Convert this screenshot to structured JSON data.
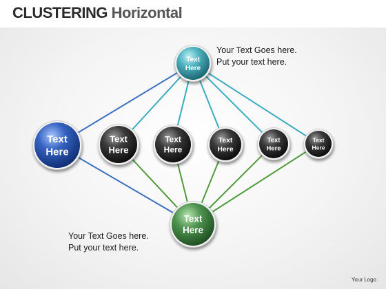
{
  "title": {
    "bold": "CLUSTERING",
    "light": "Horizontal"
  },
  "nodes": {
    "top": {
      "line1": "Text",
      "line2": "Here"
    },
    "left": {
      "line1": "Text",
      "line2": "Here"
    },
    "row": [
      {
        "line1": "Text",
        "line2": "Here"
      },
      {
        "line1": "Text",
        "line2": "Here"
      },
      {
        "line1": "Text",
        "line2": "Here"
      },
      {
        "line1": "Text",
        "line2": "Here"
      },
      {
        "line1": "Text",
        "line2": "Here"
      }
    ],
    "bottom": {
      "line1": "Text",
      "line2": "Here"
    }
  },
  "callouts": {
    "top": {
      "line1": "Your Text Goes here.",
      "line2": "Put your text here."
    },
    "bottom": {
      "line1": "Your Text Goes here.",
      "line2": "Put your text here."
    }
  },
  "logo": "Your Logo",
  "colors": {
    "top_node": "#3a9aa6",
    "left_node": "#2a55a8",
    "row_node": "#2b2b2b",
    "bottom_node": "#3c7a3c",
    "line_blue": "#3f6fc2",
    "line_teal": "#3aaac0",
    "line_green": "#4f9a3c"
  }
}
